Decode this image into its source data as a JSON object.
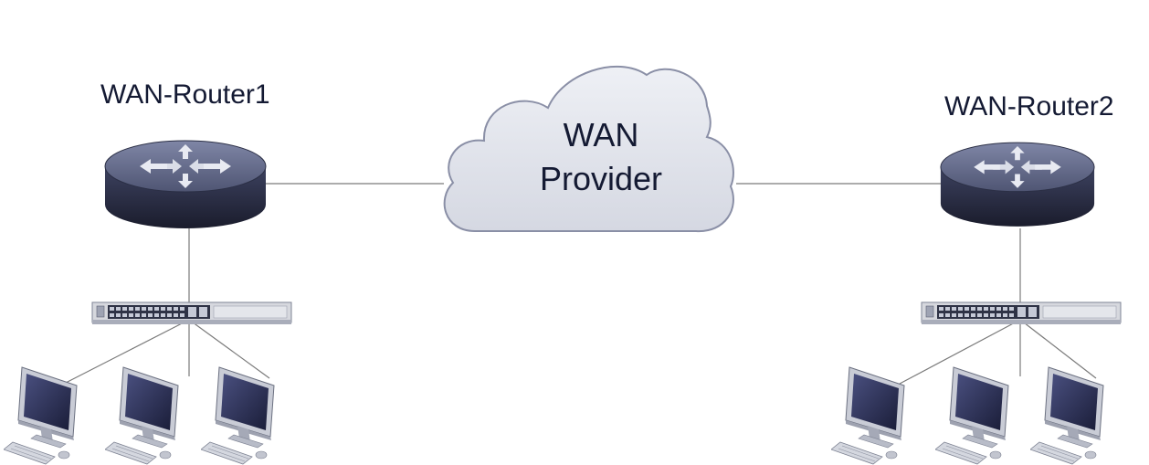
{
  "routers": [
    {
      "id": "r1",
      "label": "WAN-Router1"
    },
    {
      "id": "r2",
      "label": "WAN-Router2"
    }
  ],
  "cloud": {
    "line1": "WAN",
    "line2": "Provider"
  },
  "colors": {
    "link": "#7a7a7a",
    "router_top": "#5a607e",
    "router_side": "#22253a",
    "cloud_fill": "#dfe1ea",
    "cloud_stroke": "#8a8fa6",
    "switch_body": "#d6d8de",
    "monitor_screen": "#2a2f55",
    "label_text": "#141a33"
  },
  "icons": [
    "router-icon",
    "cloud-icon",
    "switch-icon",
    "workstation-icon"
  ]
}
